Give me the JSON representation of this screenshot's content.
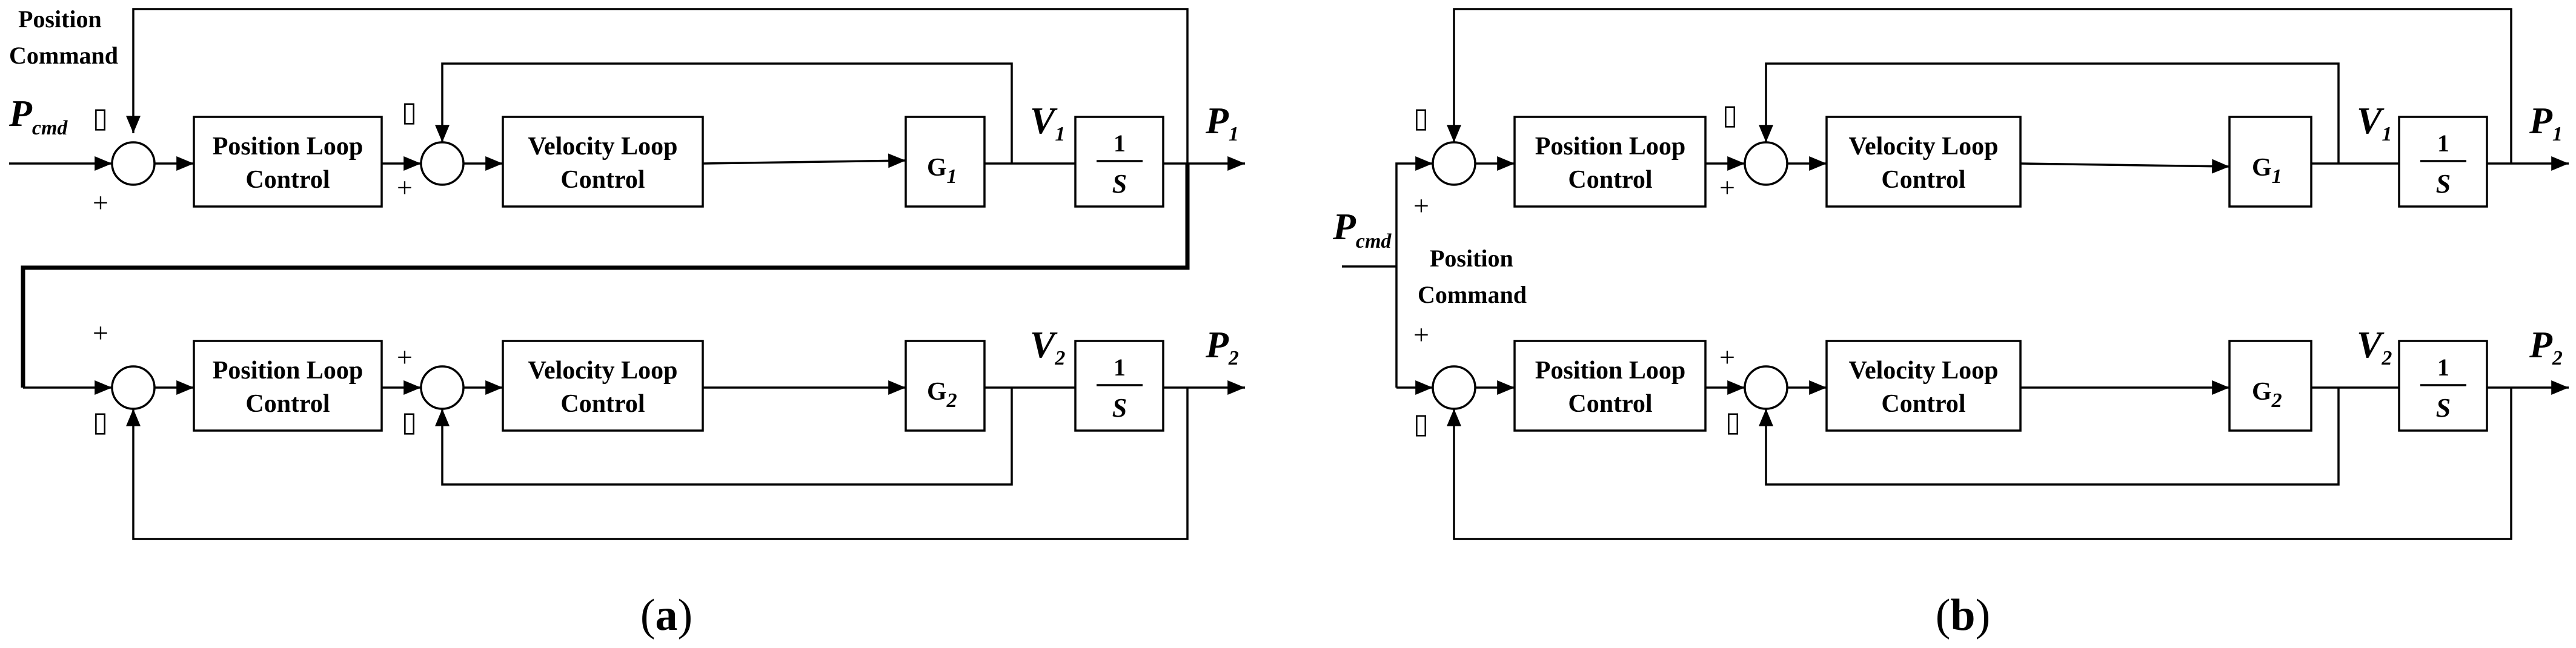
{
  "blocks": {
    "position_loop": [
      "Position Loop",
      "Control"
    ],
    "velocity_loop": [
      "Velocity Loop",
      "Control"
    ],
    "g1": "G",
    "g1_sub": "1",
    "g2": "G",
    "g2_sub": "2",
    "integrator_num": "1",
    "integrator_den": "S"
  },
  "signals": {
    "p_cmd": "P",
    "p_cmd_sub": "cmd",
    "v1": "V",
    "v1_sub": "1",
    "v2": "V",
    "v2_sub": "2",
    "p1": "P",
    "p1_sub": "1",
    "p2": "P",
    "p2_sub": "2",
    "position_command": [
      "Position",
      "Command"
    ]
  },
  "signs": {
    "plus": "+",
    "minus": "▯"
  },
  "captions": {
    "a": {
      "open": "(",
      "letter": "a",
      "close": ")"
    },
    "b": {
      "open": "(",
      "letter": "b",
      "close": ")"
    }
  }
}
